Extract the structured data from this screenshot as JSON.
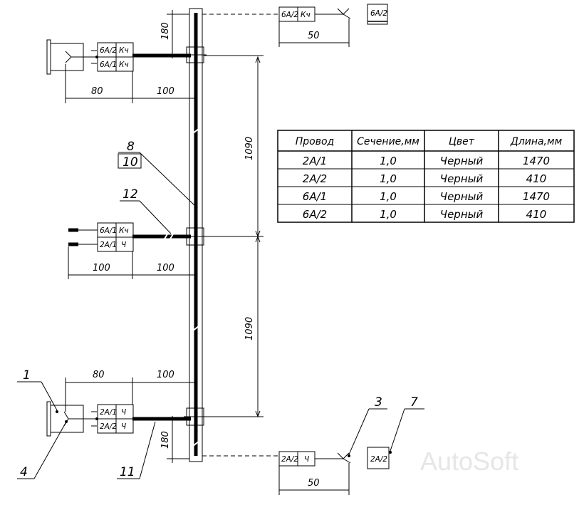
{
  "watermark": "AutoSoft",
  "callouts": [
    "1",
    "3",
    "4",
    "7",
    "8",
    "10",
    "11",
    "12"
  ],
  "dimensions": {
    "h80": "80",
    "h100": "100",
    "h50": "50",
    "v180": "180",
    "v1090": "1090"
  },
  "labels": {
    "top_right_box": "6А/2",
    "bottom_right_box": "2А/2",
    "top_conn": [
      "6А/2",
      "Кч"
    ],
    "upper_left_conn": [
      "6А/2",
      "Кч",
      "6А/1",
      "Кч"
    ],
    "middle_conn": [
      "6А/1",
      "Кч",
      "2А/1",
      "Ч"
    ],
    "lower_left_conn": [
      "2А/1",
      "Ч",
      "2А/2",
      "Ч"
    ],
    "bottom_conn": [
      "2А/2",
      "Ч"
    ]
  },
  "table": {
    "headers": [
      "Провод",
      "Сечение,мм",
      "Цвет",
      "Длина,мм"
    ],
    "rows": [
      [
        "2А/1",
        "1,0",
        "Черный",
        "1470"
      ],
      [
        "2А/2",
        "1,0",
        "Черный",
        "410"
      ],
      [
        "6А/1",
        "1,0",
        "Черный",
        "1470"
      ],
      [
        "6А/2",
        "1,0",
        "Черный",
        "410"
      ]
    ]
  }
}
